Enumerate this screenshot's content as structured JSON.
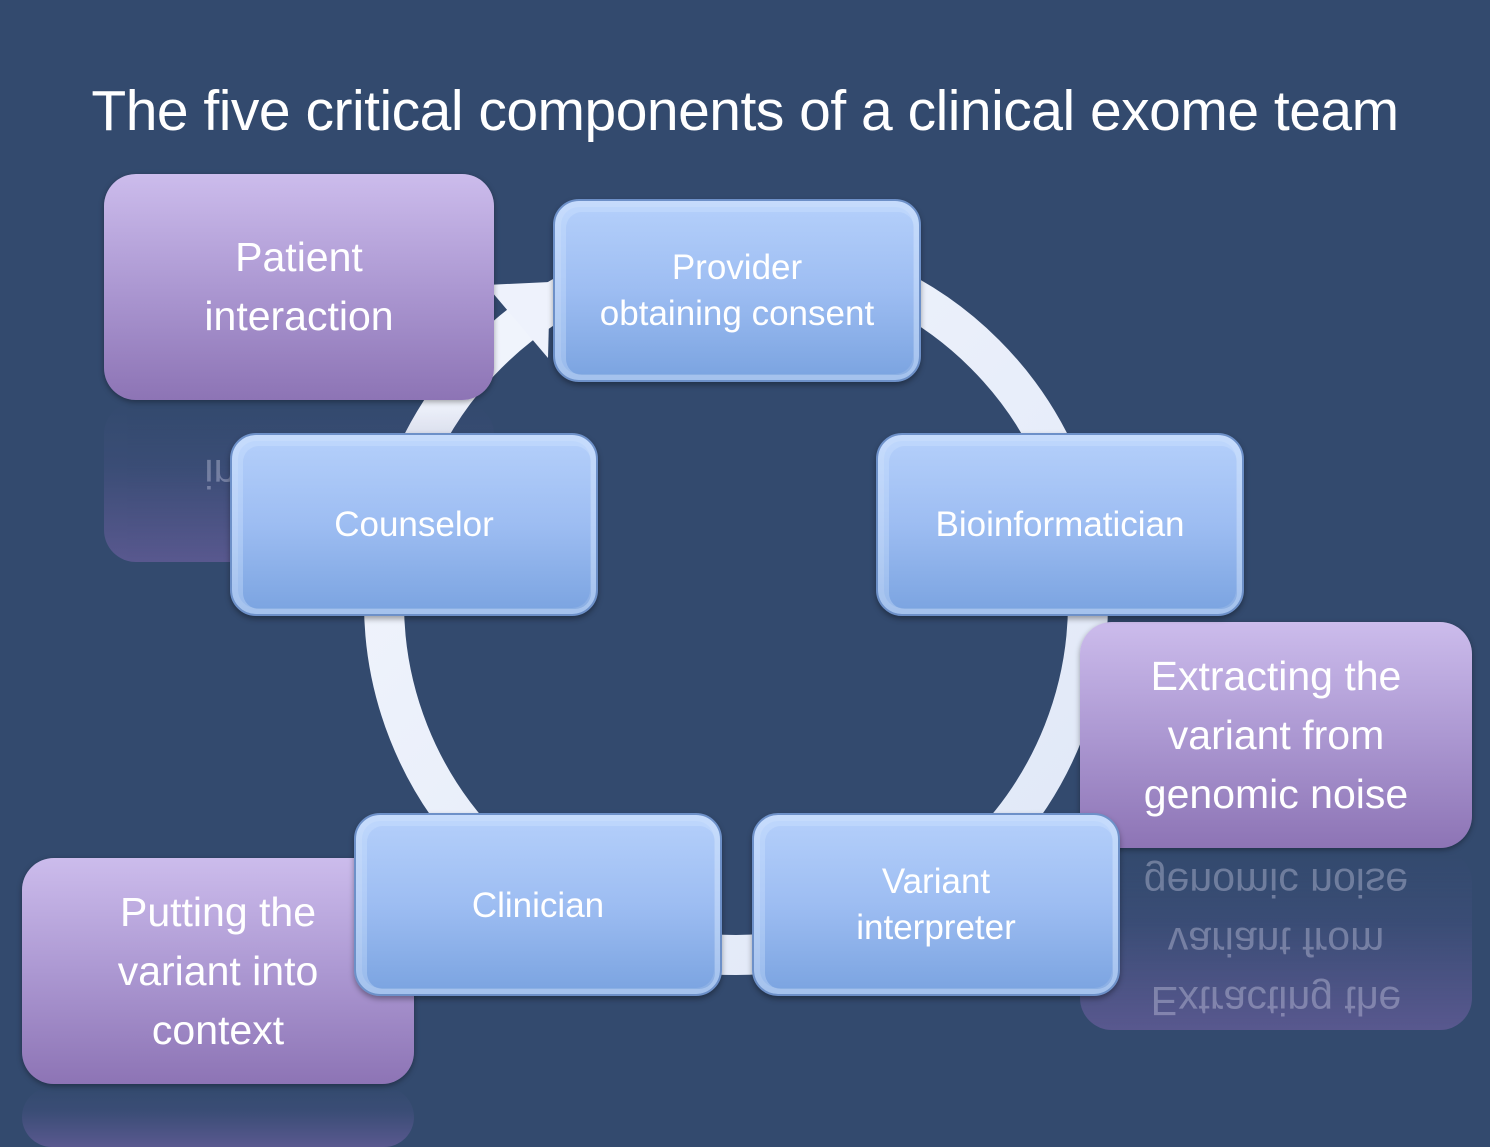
{
  "slide": {
    "title": "The five critical components of a clinical exome team",
    "colors": {
      "background": "#334a6e",
      "node_fill": "#9dbdf2",
      "note_fill": "#ac98d2",
      "ring": "#e8eefb",
      "text": "#ffffff"
    }
  },
  "cycle": {
    "nodes": [
      {
        "label": "Provider\nobtaining consent"
      },
      {
        "label": "Bioinformatician"
      },
      {
        "label": "Variant\ninterpreter"
      },
      {
        "label": "Clinician"
      },
      {
        "label": "Counselor"
      }
    ]
  },
  "notes": [
    {
      "label": "Patient\ninteraction"
    },
    {
      "label": "Extracting the\nvariant from\ngenomic noise"
    },
    {
      "label": "Putting the\nvariant into\ncontext"
    }
  ]
}
